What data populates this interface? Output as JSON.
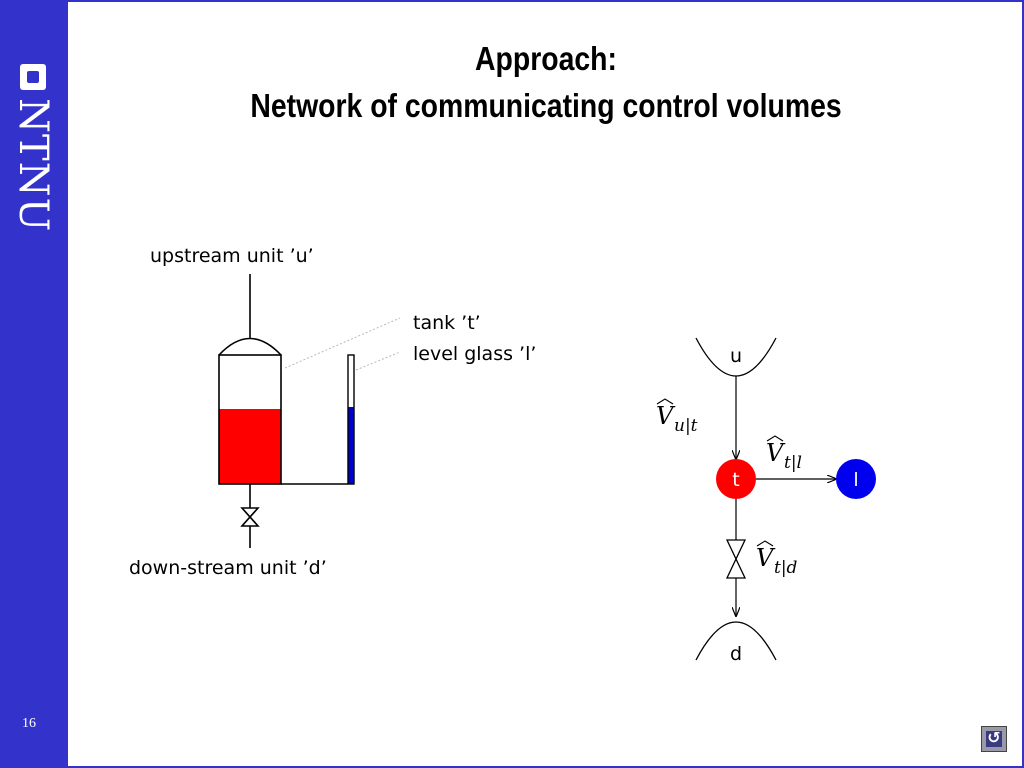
{
  "sidebar": {
    "logo_text": "NTNU",
    "page_number": "16"
  },
  "slide": {
    "title_line1": "Approach:",
    "title_line2": "Network of communicating control volumes"
  },
  "left_diagram": {
    "upstream_label": "upstream unit ’u’",
    "tank_label": "tank ’t’",
    "level_glass_label": "level glass ’l’",
    "downstream_label": "down-stream unit ’d’",
    "tank_liquid_color": "#ff0000",
    "glass_liquid_color": "#0000cc",
    "tank_fill_level": 0.58,
    "glass_fill_level": 0.6
  },
  "right_diagram": {
    "node_u": "u",
    "node_t": "t",
    "node_l": "l",
    "node_d": "d",
    "flow_ut": {
      "symbol": "V",
      "subscript": "u|t"
    },
    "flow_tl": {
      "symbol": "V",
      "subscript": "t|l"
    },
    "flow_td": {
      "symbol": "V",
      "subscript": "t|d"
    },
    "node_t_color": "#ff0000",
    "node_l_color": "#0000ee"
  },
  "nav": {
    "back_icon": "undo-arrow-icon",
    "glyph": "↺"
  }
}
